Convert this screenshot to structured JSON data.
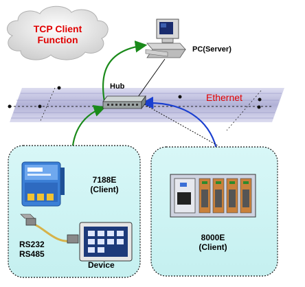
{
  "cloud": {
    "text_line1": "TCP Client",
    "text_line2": "Function",
    "color": "#e00000"
  },
  "pc": {
    "label": "PC(Server)"
  },
  "hub": {
    "label": "Hub"
  },
  "network": {
    "label": "Ethernet",
    "label_color": "#e00000"
  },
  "client_7188e": {
    "name": "7188E",
    "role": "(Client)"
  },
  "serial": {
    "line1": "RS232",
    "line2": "RS485"
  },
  "device": {
    "label": "Device"
  },
  "client_8000e": {
    "name": "8000E",
    "role": "(Client)"
  },
  "colors": {
    "green_link": "#1a8a1a",
    "blue_link": "#1a3fd0",
    "panel_fill": "#ccf3f3",
    "band_fill": "#b8b8dd"
  }
}
